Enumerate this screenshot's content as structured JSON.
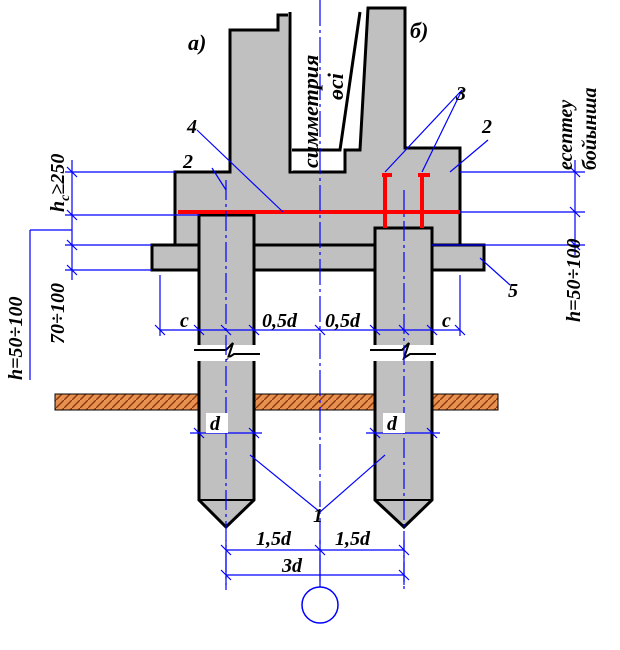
{
  "labels": {
    "part_a": "а)",
    "part_b": "б)",
    "symmetry_line1": "симметрия",
    "symmetry_line2": "өсі",
    "calc_line1": "есептеу",
    "calc_line2": "бойынша",
    "hc": "h",
    "hc_sub": "c",
    "hc_rest": "≥250",
    "h_left": "h=50÷100",
    "h_right": "h=50÷100",
    "range_70_100": "70÷100",
    "c": "c",
    "half_d": "0,5d",
    "d": "d",
    "one_half_d": "1,5d",
    "three_d": "3d",
    "n1": "1",
    "n2": "2",
    "n3": "3",
    "n4": "4",
    "n5": "5"
  },
  "colors": {
    "concrete": "#c0c0c0",
    "outline": "#000000",
    "dimension": "#0000ff",
    "reinforcement": "#ff0000",
    "soil": "#e08040"
  }
}
